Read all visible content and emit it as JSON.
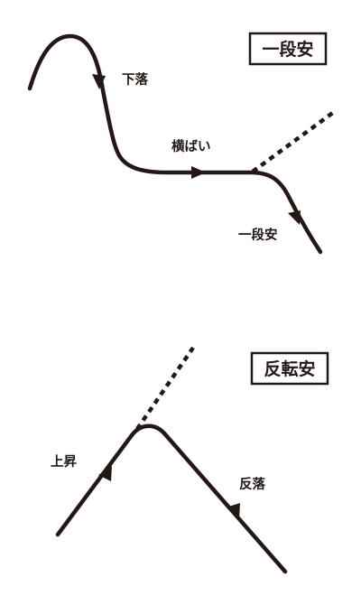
{
  "panels": [
    {
      "title": "一段安",
      "labels": {
        "decline": "下落",
        "sideways": "横ばい",
        "further_decline": "一段安"
      }
    },
    {
      "title": "反転安",
      "labels": {
        "rise": "上昇",
        "reversal_decline": "反落"
      }
    }
  ],
  "colors": {
    "ink": "#231815",
    "background": "#ffffff"
  }
}
